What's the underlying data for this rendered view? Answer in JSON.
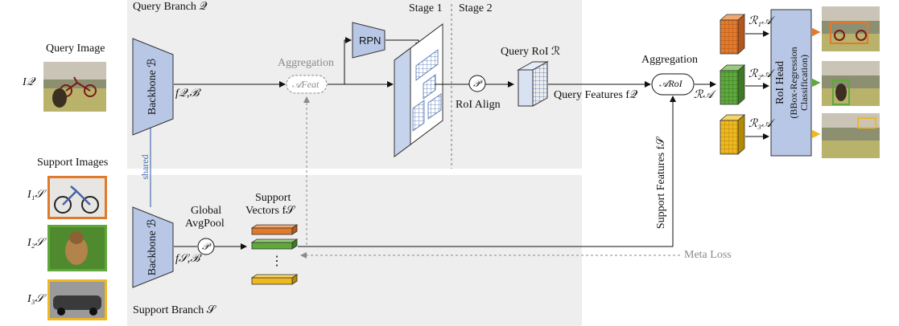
{
  "branches": {
    "query_branch": "Query Branch 𝒬",
    "support_branch": "Support Branch 𝒮"
  },
  "stages": {
    "stage1": "Stage 1",
    "stage2": "Stage 2"
  },
  "query_image": {
    "label": "Query Image",
    "symbol": "I𝒬"
  },
  "support_images": {
    "label": "Support Images",
    "items": [
      {
        "symbol": "I₁𝒮",
        "border_color": "#e07a2c"
      },
      {
        "symbol": "I₂𝒮",
        "border_color": "#5ea83c"
      },
      {
        "symbol": "I₃𝒮",
        "border_color": "#efb820"
      }
    ]
  },
  "backbone_query": {
    "label": "Backbone ℬ",
    "out": "f𝒬,ℬ"
  },
  "backbone_support": {
    "label": "Backbone ℬ",
    "out": "f𝒮,ℬ"
  },
  "shared": "shared",
  "aggregation_feat": {
    "title": "Aggregation",
    "node": "𝒜Feat"
  },
  "rpn": "RPN",
  "pool_symbol": "𝒫",
  "roi_align": "RoI Align",
  "query_roi": "Query RoI ℛ",
  "query_features": "Query Features f𝒬",
  "aggregation_roi": {
    "title": "Aggregation",
    "node": "𝒜RoI",
    "out": "ℛ𝒜"
  },
  "global_avgpool": [
    "Global",
    "AvgPool"
  ],
  "support_vectors": [
    "Support",
    "Vectors f𝒮"
  ],
  "vector_ellipsis": "⋮",
  "support_features": "Support Features f𝒮",
  "meta_loss": "Meta Loss",
  "roi_head": [
    "RoI Head",
    "(BBox-Regression",
    "Classification)"
  ],
  "outputs": [
    {
      "label": "ℛ₁𝒜",
      "color": "#e07a2c"
    },
    {
      "label": "ℛ₂𝒜",
      "color": "#5ea83c"
    },
    {
      "label": "ℛ₃𝒜",
      "color": "#efb820"
    }
  ],
  "colors": {
    "panel": "#eeeeee",
    "block": "#b8c7e6",
    "block_edge": "#333333",
    "orange": "#e07a2c",
    "green": "#5ea83c",
    "yellow": "#efb820",
    "shared_line": "#4a6fb0",
    "dashed": "#8a8a8a"
  }
}
